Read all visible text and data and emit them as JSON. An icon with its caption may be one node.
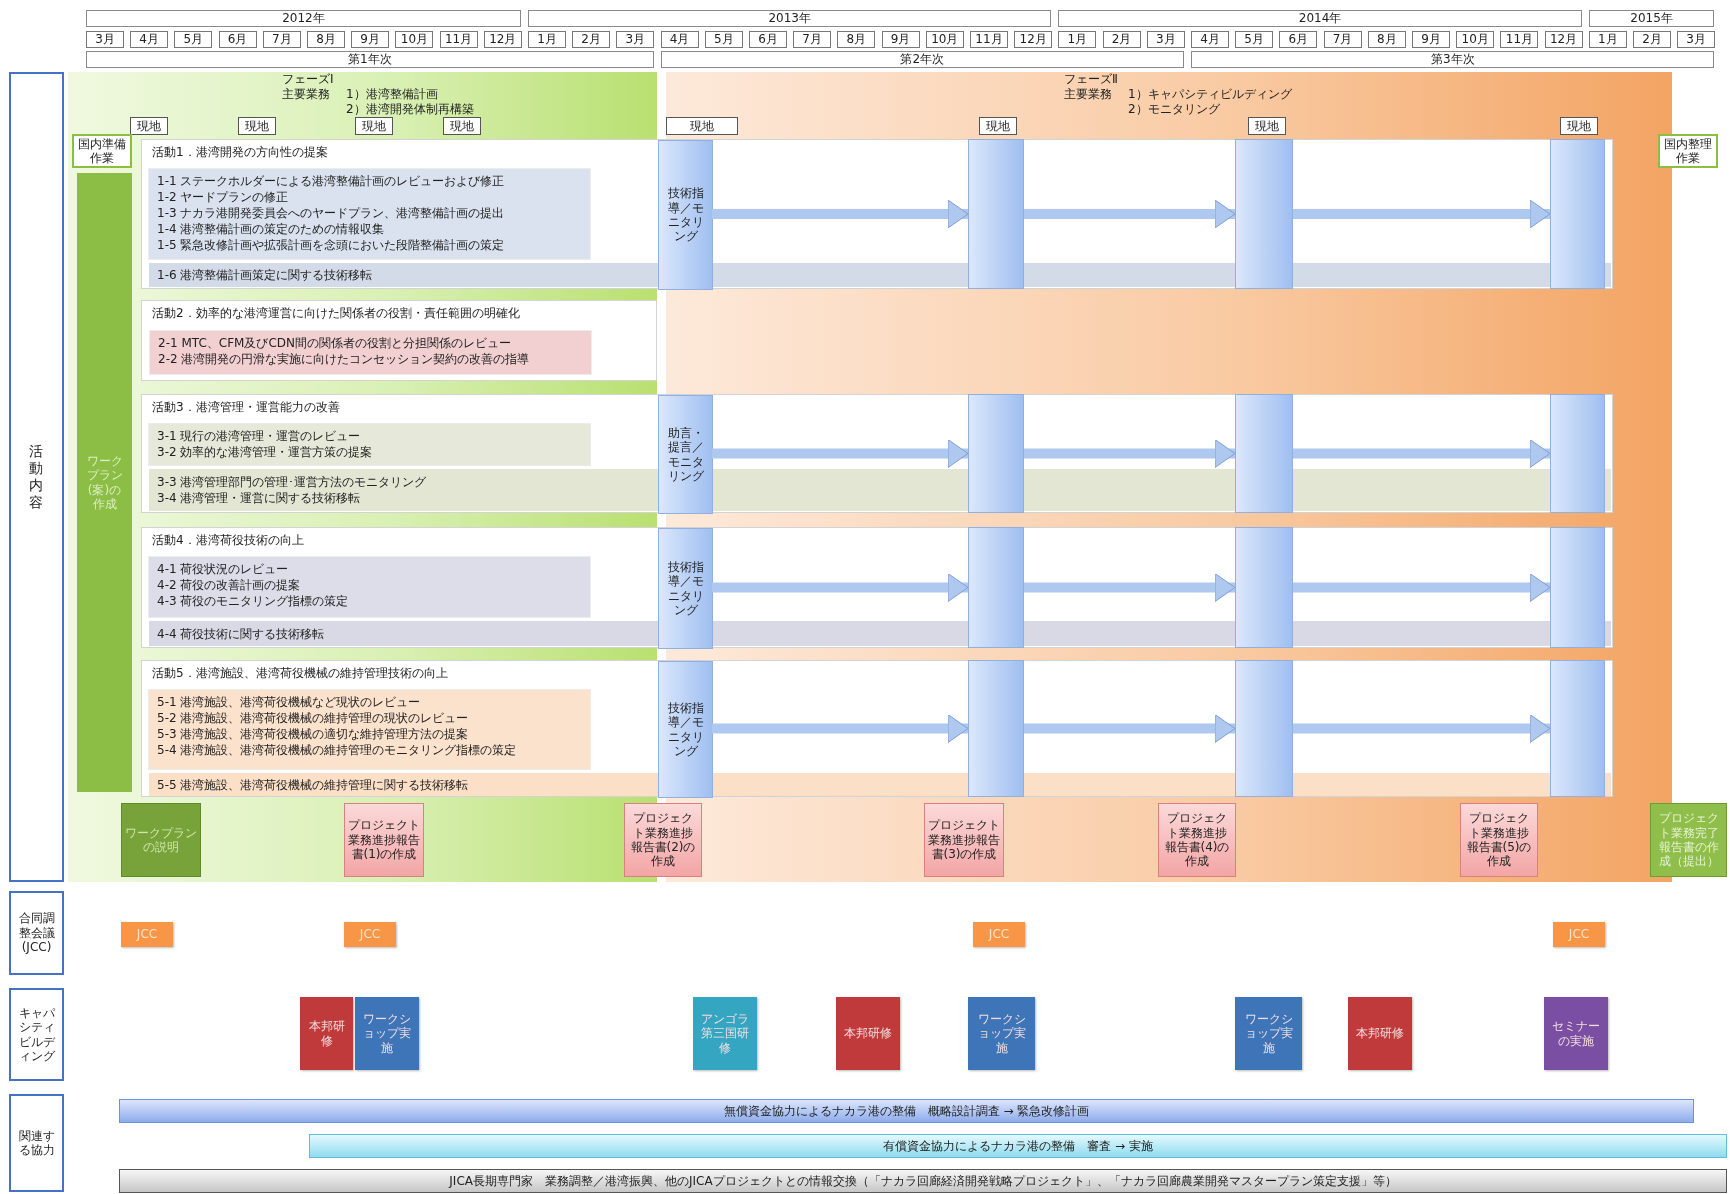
{
  "diagram": {
    "nodes": [
      {
        "text": [
          "2012年"
        ]
      },
      {
        "text": [
          "2013年"
        ]
      },
      {
        "text": [
          "2014年"
        ]
      },
      {
        "text": [
          "2015年"
        ]
      },
      {
        "text": [
          "3月"
        ]
      },
      {
        "text": [
          "4月"
        ]
      },
      {
        "text": [
          "5月"
        ]
      },
      {
        "text": [
          "6月"
        ]
      },
      {
        "text": [
          "7月"
        ]
      },
      {
        "text": [
          "8月"
        ]
      },
      {
        "text": [
          "9月"
        ]
      },
      {
        "text": [
          "10月"
        ]
      },
      {
        "text": [
          "11月"
        ]
      },
      {
        "text": [
          "12月"
        ]
      },
      {
        "text": [
          "1月"
        ]
      },
      {
        "text": [
          "2月"
        ]
      },
      {
        "text": [
          "3月"
        ]
      },
      {
        "text": [
          "4月"
        ]
      },
      {
        "text": [
          "5月"
        ]
      },
      {
        "text": [
          "6月"
        ]
      },
      {
        "text": [
          "7月"
        ]
      },
      {
        "text": [
          "8月"
        ]
      },
      {
        "text": [
          "9月"
        ]
      },
      {
        "text": [
          "10月"
        ]
      },
      {
        "text": [
          "11月"
        ]
      },
      {
        "text": [
          "12月"
        ]
      },
      {
        "text": [
          "1月"
        ]
      },
      {
        "text": [
          "2月"
        ]
      },
      {
        "text": [
          "3月"
        ]
      },
      {
        "text": [
          "4月"
        ]
      },
      {
        "text": [
          "5月"
        ]
      },
      {
        "text": [
          "6月"
        ]
      },
      {
        "text": [
          "7月"
        ]
      },
      {
        "text": [
          "8月"
        ]
      },
      {
        "text": [
          "9月"
        ]
      },
      {
        "text": [
          "10月"
        ]
      },
      {
        "text": [
          "11月"
        ]
      },
      {
        "text": [
          "12月"
        ]
      },
      {
        "text": [
          "1月"
        ]
      },
      {
        "text": [
          "2月"
        ]
      },
      {
        "text": [
          "3月"
        ]
      },
      {
        "text": [
          "第1年次"
        ]
      },
      {
        "text": [
          "第2年次"
        ]
      },
      {
        "text": [
          "第3年次"
        ]
      },
      {
        "text": [
          "活動内容"
        ]
      },
      {
        "text": [
          "フェーズⅠ",
          "主要業務",
          "1）港湾整備計画",
          "2）港湾開発体制再構築"
        ]
      },
      {
        "text": [
          "フェーズⅡ",
          "主要業務",
          "1）キャパシティビルディング",
          "2）モニタリング"
        ]
      },
      {
        "text": [
          "現地"
        ],
        "in": 45
      },
      {
        "text": [
          "現地"
        ],
        "in": 45
      },
      {
        "text": [
          "現地"
        ],
        "in": 45
      },
      {
        "text": [
          "現地"
        ],
        "in": 45
      },
      {
        "text": [
          "現地"
        ],
        "in": 46
      },
      {
        "text": [
          "現地"
        ],
        "in": 46
      },
      {
        "text": [
          "現地"
        ],
        "in": 46
      },
      {
        "text": [
          "現地"
        ],
        "in": 46
      },
      {
        "text": [
          "国内準備作業"
        ],
        "in": 45
      },
      {
        "text": [
          "国内整理作業"
        ]
      },
      {
        "text": [
          "ワークプラン(案)の作成"
        ],
        "in": 45
      },
      {
        "text": [
          "活動1．港湾開発の方向性の提案"
        ]
      },
      {
        "text": [
          "1-1 ステークホルダーによる港湾整備計画のレビューおよび修正",
          "1-2 ヤードプランの修正",
          "1-3 ナカラ港開発委員会へのヤードプラン、港湾整備計画の提出",
          "1-4 港湾整備計画の策定のための情報収集",
          "1-5 緊急改修計画や拡張計画を念頭においた段階整備計画の策定"
        ]
      },
      {
        "text": [
          "1-6 港湾整備計画策定に関する技術移転"
        ],
        "in": 58
      },
      {
        "text": [
          "技術指導／モニタリング"
        ],
        "in": 58
      },
      {
        "text": [],
        "shape": "bar"
      },
      {
        "text": [],
        "shape": "bar"
      },
      {
        "text": [],
        "shape": "bar"
      },
      {
        "text": [
          "活動2．効率的な港湾運営に向けた関係者の役割・責任範囲の明確化"
        ],
        "in": 45
      },
      {
        "text": [
          "2-1 MTC、CFM及びCDN間の関係者の役割と分担関係のレビュー",
          "2-2 港湾開発の円滑な実施に向けたコンセッション契約の改善の指導"
        ],
        "in": 65
      },
      {
        "text": [
          "活動3．港湾管理・運営能力の改善"
        ]
      },
      {
        "text": [
          "3-1 現行の港湾管理・運営のレビュー",
          "3-2 効率的な港湾管理・運営方策の提案"
        ]
      },
      {
        "text": [
          "3-3 港湾管理部門の管理･運営方法のモニタリング",
          "3-4 港湾管理・運営に関する技術移転"
        ],
        "in": 67
      },
      {
        "text": [
          "助言・提言／モニタリング"
        ],
        "in": 67
      },
      {
        "text": [],
        "shape": "bar"
      },
      {
        "text": [],
        "shape": "bar"
      },
      {
        "text": [],
        "shape": "bar"
      },
      {
        "text": [
          "活動4．港湾荷役技術の向上"
        ]
      },
      {
        "text": [
          "4-1 荷役状況のレビュー",
          "4-2 荷役の改善計画の提案",
          "4-3 荷役のモニタリング指標の策定"
        ]
      },
      {
        "text": [
          "4-4 荷役技術に関する技術移転"
        ],
        "in": 74
      },
      {
        "text": [
          "技術指導／モニタリング"
        ],
        "in": 74
      },
      {
        "text": [],
        "shape": "bar"
      },
      {
        "text": [],
        "shape": "bar"
      },
      {
        "text": [],
        "shape": "bar"
      },
      {
        "text": [
          "活動5．港湾施設、港湾荷役機械の維持管理技術の向上"
        ]
      },
      {
        "text": [
          "5-1 港湾施設、港湾荷役機械など現状のレビュー",
          "5-2 港湾施設、港湾荷役機械の維持管理の現状のレビュー",
          "5-3 港湾施設、港湾荷役機械の適切な維持管理方法の提案",
          "5-4 港湾施設、港湾荷役機械の維持管理のモニタリング指標の策定"
        ]
      },
      {
        "text": [
          "5-5 港湾施設、港湾荷役機械の維持管理に関する技術移転"
        ],
        "in": 81
      },
      {
        "text": [
          "技術指導／モニタリング"
        ],
        "in": 81
      },
      {
        "text": [],
        "shape": "bar"
      },
      {
        "text": [],
        "shape": "bar"
      },
      {
        "text": [],
        "shape": "bar"
      },
      {
        "text": [
          "ワークプランの説明"
        ],
        "in": 45
      },
      {
        "text": [
          "プロジェクト業務進捗報告書(1)の作成"
        ],
        "in": 45
      },
      {
        "text": [
          "プロジェクト業務進捗報告書(2)の作成"
        ]
      },
      {
        "text": [
          "プロジェクト業務進捗報告書(3)の作成"
        ],
        "in": 46
      },
      {
        "text": [
          "プロジェクト業務進捗報告書(4)の作成"
        ],
        "in": 46
      },
      {
        "text": [
          "プロジェクト業務進捗報告書(5)の作成"
        ],
        "in": 46
      },
      {
        "text": [
          "プロジェクト業務完了報告書の作成（提出）"
        ]
      },
      {
        "text": [
          "合同調整会議(JCC)"
        ]
      },
      {
        "text": [
          "JCC"
        ]
      },
      {
        "text": [
          "JCC"
        ]
      },
      {
        "text": [
          "JCC"
        ]
      },
      {
        "text": [
          "JCC"
        ]
      },
      {
        "text": [
          "キャパシティビルディング"
        ]
      },
      {
        "text": [
          "本邦研修"
        ]
      },
      {
        "text": [
          "ワークショップ実施"
        ]
      },
      {
        "text": [
          "アンゴラ第三国研修"
        ]
      },
      {
        "text": [
          "本邦研修"
        ]
      },
      {
        "text": [
          "ワークショップ実施"
        ]
      },
      {
        "text": [
          "ワークショップ実施"
        ]
      },
      {
        "text": [
          "本邦研修"
        ]
      },
      {
        "text": [
          "セミナーの実施"
        ]
      },
      {
        "text": [
          "関連する協力"
        ]
      },
      {
        "text": [
          "無償資金協力によるナカラ港の整備　概略設計調査 → 緊急改修計画"
        ]
      },
      {
        "text": [
          "有償資金協力によるナカラ港の整備　審査 → 実施"
        ]
      },
      {
        "text": [
          "JICA長期専門家　業務調整／港湾振興、他のJICAプロジェクトとの情報交換（「ナカラ回廊経済開発戦略プロジェクト」、「ナカラ回廊農業開発マスタープラン策定支援」等）"
        ]
      }
    ],
    "edges": [
      {
        "from": 61,
        "to": 62,
        "arrow": "to"
      },
      {
        "from": 62,
        "to": 63,
        "arrow": "to"
      },
      {
        "from": 63,
        "to": 64,
        "arrow": "to"
      },
      {
        "from": 70,
        "to": 71,
        "arrow": "to"
      },
      {
        "from": 71,
        "to": 72,
        "arrow": "to"
      },
      {
        "from": 72,
        "to": 73,
        "arrow": "to"
      },
      {
        "from": 77,
        "to": 78,
        "arrow": "to"
      },
      {
        "from": 78,
        "to": 79,
        "arrow": "to"
      },
      {
        "from": 79,
        "to": 80,
        "arrow": "to"
      },
      {
        "from": 84,
        "to": 85,
        "arrow": "to"
      },
      {
        "from": 85,
        "to": 86,
        "arrow": "to"
      },
      {
        "from": 86,
        "to": 87,
        "arrow": "to"
      }
    ]
  }
}
